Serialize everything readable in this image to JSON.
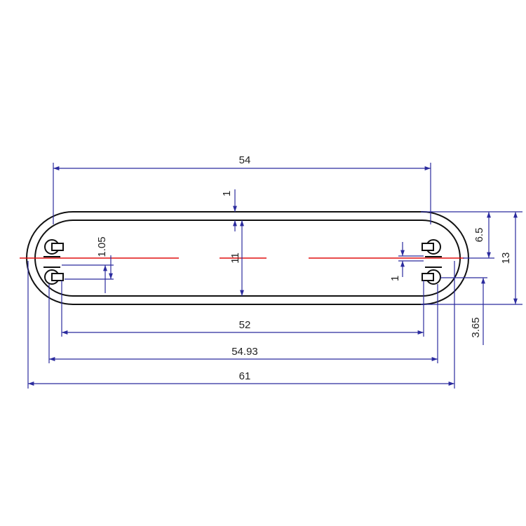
{
  "colors": {
    "outline": "#111111",
    "dimension": "#2b2b9e",
    "centerline": "#e01010",
    "text": "#222222"
  },
  "profile": {
    "outer_width": "61",
    "outer_height": "13",
    "inner_width": "52",
    "flat_length": "54",
    "slot_span": "54.93",
    "inner_height": "11",
    "half_height": "6.5",
    "wall_thickness": "1",
    "slot_gap": "1.05",
    "slot_offset": "3.65",
    "slot_width": "1"
  }
}
